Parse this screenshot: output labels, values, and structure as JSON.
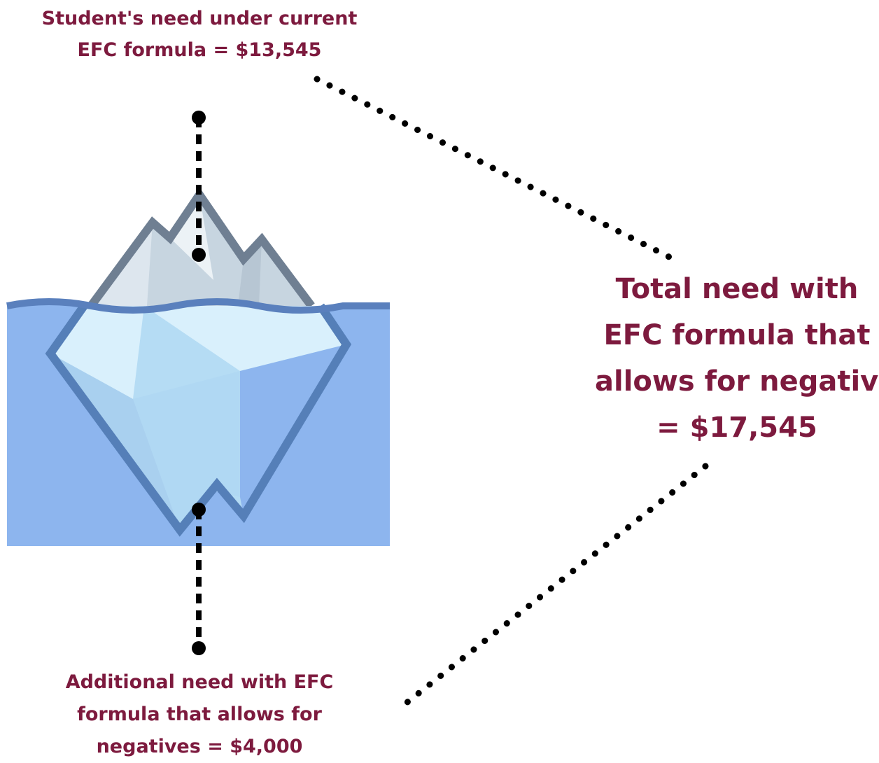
{
  "top_label": {
    "line1": "Student's need under current",
    "line2": "EFC formula = $13,545"
  },
  "right_label": {
    "line1": "Total need with",
    "line2": "EFC formula that",
    "line3": "allows for negatives",
    "line4": "= $17,545"
  },
  "bottom_label": {
    "line1": "Additional need with EFC",
    "line2": "formula that allows for",
    "line3": "negatives = $4,000"
  },
  "colors": {
    "text": "#7d1a3e",
    "water": "#8db5ee",
    "water_line": "#5a80bd",
    "ice_outline_above": "#6f7f92",
    "ice_outline_below": "#557fb8",
    "ice_light": "#d9f0fc",
    "ice_mid": "#b5dcf4",
    "dots": "#000000"
  },
  "icons": [
    "iceberg-icon"
  ]
}
